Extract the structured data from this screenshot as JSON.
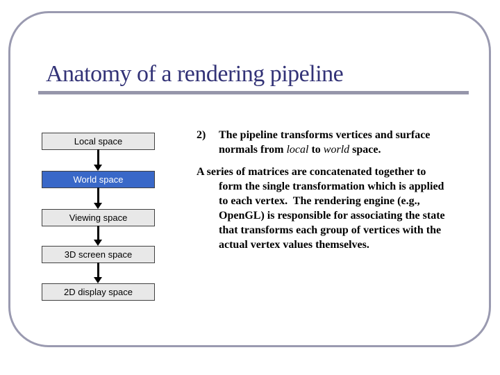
{
  "slide": {
    "title": "Anatomy of a rendering pipeline",
    "colors": {
      "title_text": "#333377",
      "title_rule": "#9696aa",
      "frame_border": "#9a9ab0",
      "box_fill": "#e8e8e8",
      "box_border": "#404040",
      "box_text": "#000000",
      "highlight_fill": "#3968c8",
      "highlight_text": "#ffffff",
      "body_text": "#000000",
      "arrow": "#000000"
    }
  },
  "pipeline": {
    "boxes": [
      {
        "label": "Local space",
        "highlighted": false
      },
      {
        "label": "World space",
        "highlighted": true
      },
      {
        "label": "Viewing space",
        "highlighted": false
      },
      {
        "label": "3D screen space",
        "highlighted": false
      },
      {
        "label": "2D display space",
        "highlighted": false
      }
    ]
  },
  "body": {
    "para1": {
      "num": "2)",
      "before_italic1": "The pipeline transforms vertices and surface normals from ",
      "italic1": "local",
      "between": " to ",
      "italic2": "world",
      "after_italic2": " space."
    },
    "para2": "A series of matrices are concatenated together to form the single transformation which is applied to each vertex.  The rendering engine (e.g., OpenGL) is responsible for associating the state that transforms each group of vertices with the actual vertex values themselves."
  }
}
